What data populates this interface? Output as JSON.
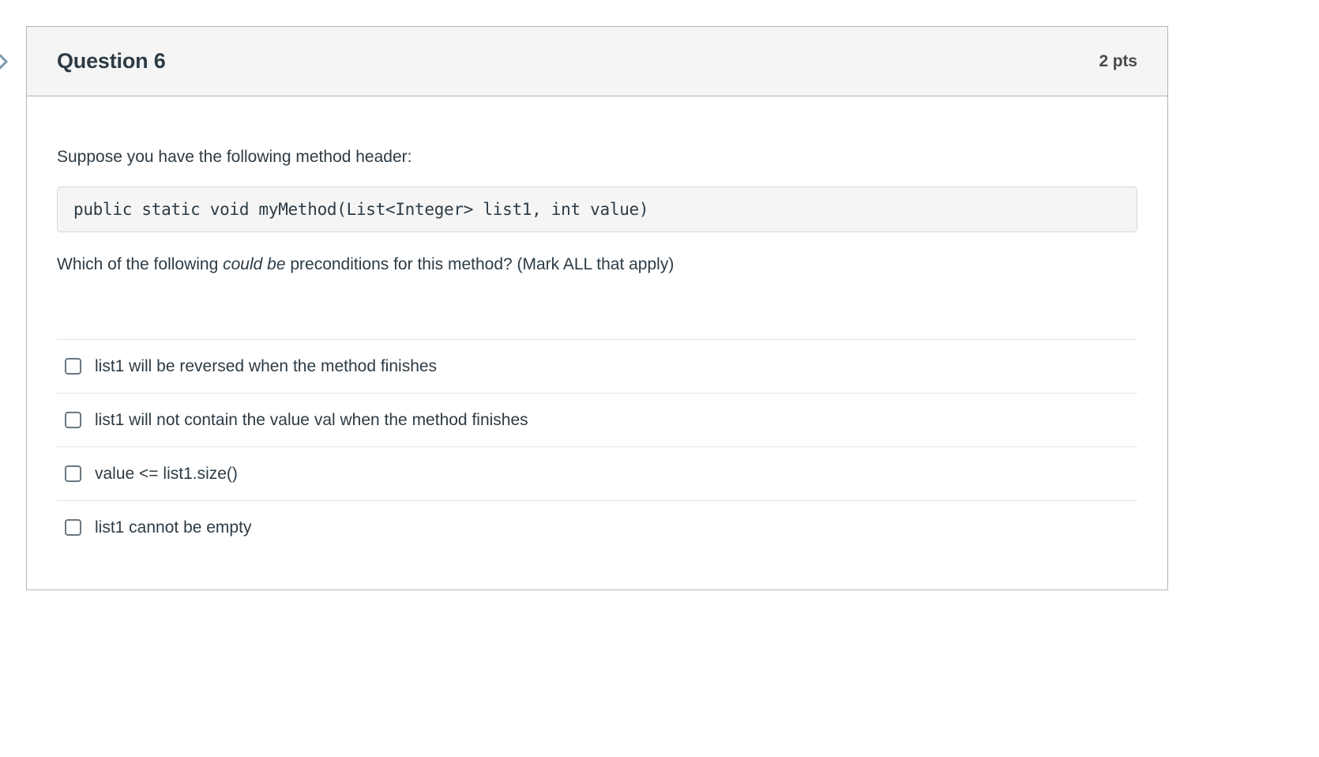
{
  "card": {
    "title": "Question 6",
    "points": "2 pts"
  },
  "body": {
    "prompt": "Suppose you have the following method header:",
    "code": "public static void myMethod(List<Integer> list1, int value)",
    "question_prefix": "Which of the following ",
    "question_italic": "could be",
    "question_suffix": " preconditions for this method?  (Mark ALL that apply)"
  },
  "answers": [
    {
      "label": "list1 will be reversed when the method finishes",
      "checked": false
    },
    {
      "label": "list1 will not contain the value val when the method finishes",
      "checked": false
    },
    {
      "label": "value <= list1.size()",
      "checked": false
    },
    {
      "label": "list1 cannot be empty",
      "checked": false
    }
  ],
  "colors": {
    "header_bg": "#f5f5f5",
    "card_border": "#b5b5b5",
    "text": "#2d3b45",
    "divider": "#e2e2e2",
    "chevron": "#7b9ab0"
  }
}
